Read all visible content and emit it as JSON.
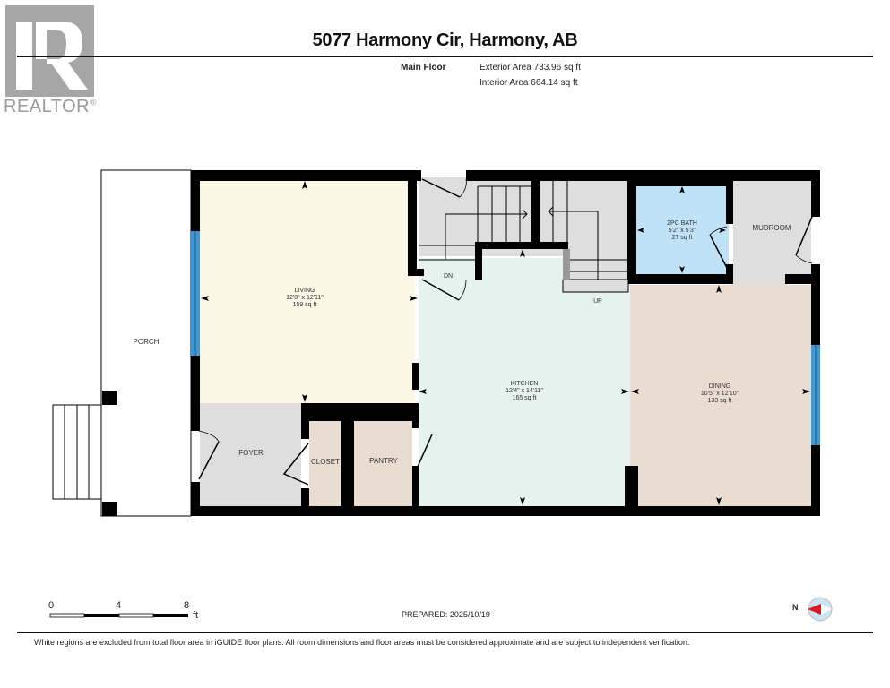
{
  "logo": {
    "word": "REALTOR",
    "mark": "®"
  },
  "header": {
    "title": "5077 Harmony Cir, Harmony, AB",
    "floor_label": "Main Floor",
    "exterior_area": "Exterior Area 733.96 sq ft",
    "interior_area": "Interior Area 664.14 sq ft"
  },
  "rooms": {
    "porch": {
      "name": "PORCH"
    },
    "living": {
      "name": "LIVING",
      "dims": "12'8\" x 12'11\"",
      "area": "159 sq ft"
    },
    "foyer": {
      "name": "FOYER"
    },
    "closet": {
      "name": "CLOSET"
    },
    "pantry": {
      "name": "PANTRY"
    },
    "kitchen": {
      "name": "KITCHEN",
      "dims": "12'4\" x 14'11\"",
      "area": "165 sq ft"
    },
    "dining": {
      "name": "DINING",
      "dims": "10'5\" x 12'10\"",
      "area": "133 sq ft"
    },
    "bath": {
      "name": "2PC BATH",
      "dims": "5'2\" x 5'3\"",
      "area": "27 sq ft"
    },
    "mudroom": {
      "name": "MUDROOM"
    },
    "stairs_down": "DN",
    "stairs_up": "UP"
  },
  "colors": {
    "living": "#fdf8e6",
    "kitchen": "#e5f2ee",
    "dining": "#e8ddd0",
    "bath": "#bfe2f7",
    "closet": "#e8ddd0",
    "grey_room": "#dedede",
    "wall": "#000000",
    "window": "#3c98d6",
    "logo": "#a6a6a6"
  },
  "scale": {
    "ticks": [
      "0",
      "4",
      "8"
    ],
    "unit": "ft"
  },
  "prepared": "PREPARED: 2025/10/19",
  "compass": {
    "label": "N"
  },
  "disclaimer": "White regions are excluded from total floor area in iGUIDE floor plans. All room dimensions and floor areas must be considered approximate and are subject to independent verification."
}
